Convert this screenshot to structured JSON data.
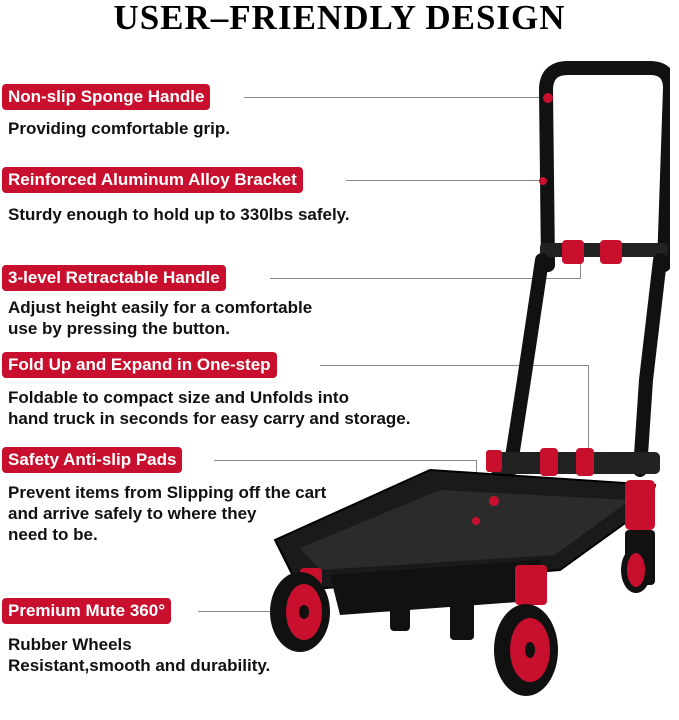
{
  "title": "USER–FRIENDLY DESIGN",
  "features": [
    {
      "tag": "Non-slip Sponge Handle",
      "desc": "Providing comfortable grip."
    },
    {
      "tag": "Reinforced Aluminum Alloy Bracket",
      "desc": "Sturdy enough to hold up to 330lbs safely."
    },
    {
      "tag": "3-level Retractable Handle",
      "desc": "Adjust height easily for a comfortable\nuse by pressing the button."
    },
    {
      "tag": "Fold Up and Expand in One-step",
      "desc": "Foldable to compact size and Unfolds into\nhand truck in seconds for easy carry and storage."
    },
    {
      "tag": "Safety Anti-slip Pads",
      "desc": "Prevent items from Slipping off the cart\nand arrive safely to where they\n need to be."
    },
    {
      "tag": "Premium Mute 360°",
      "desc": "Rubber Wheels\nResistant,smooth and durability."
    }
  ],
  "colors": {
    "accent": "#c8102e",
    "frame": "#111111",
    "leader": "#888888"
  }
}
